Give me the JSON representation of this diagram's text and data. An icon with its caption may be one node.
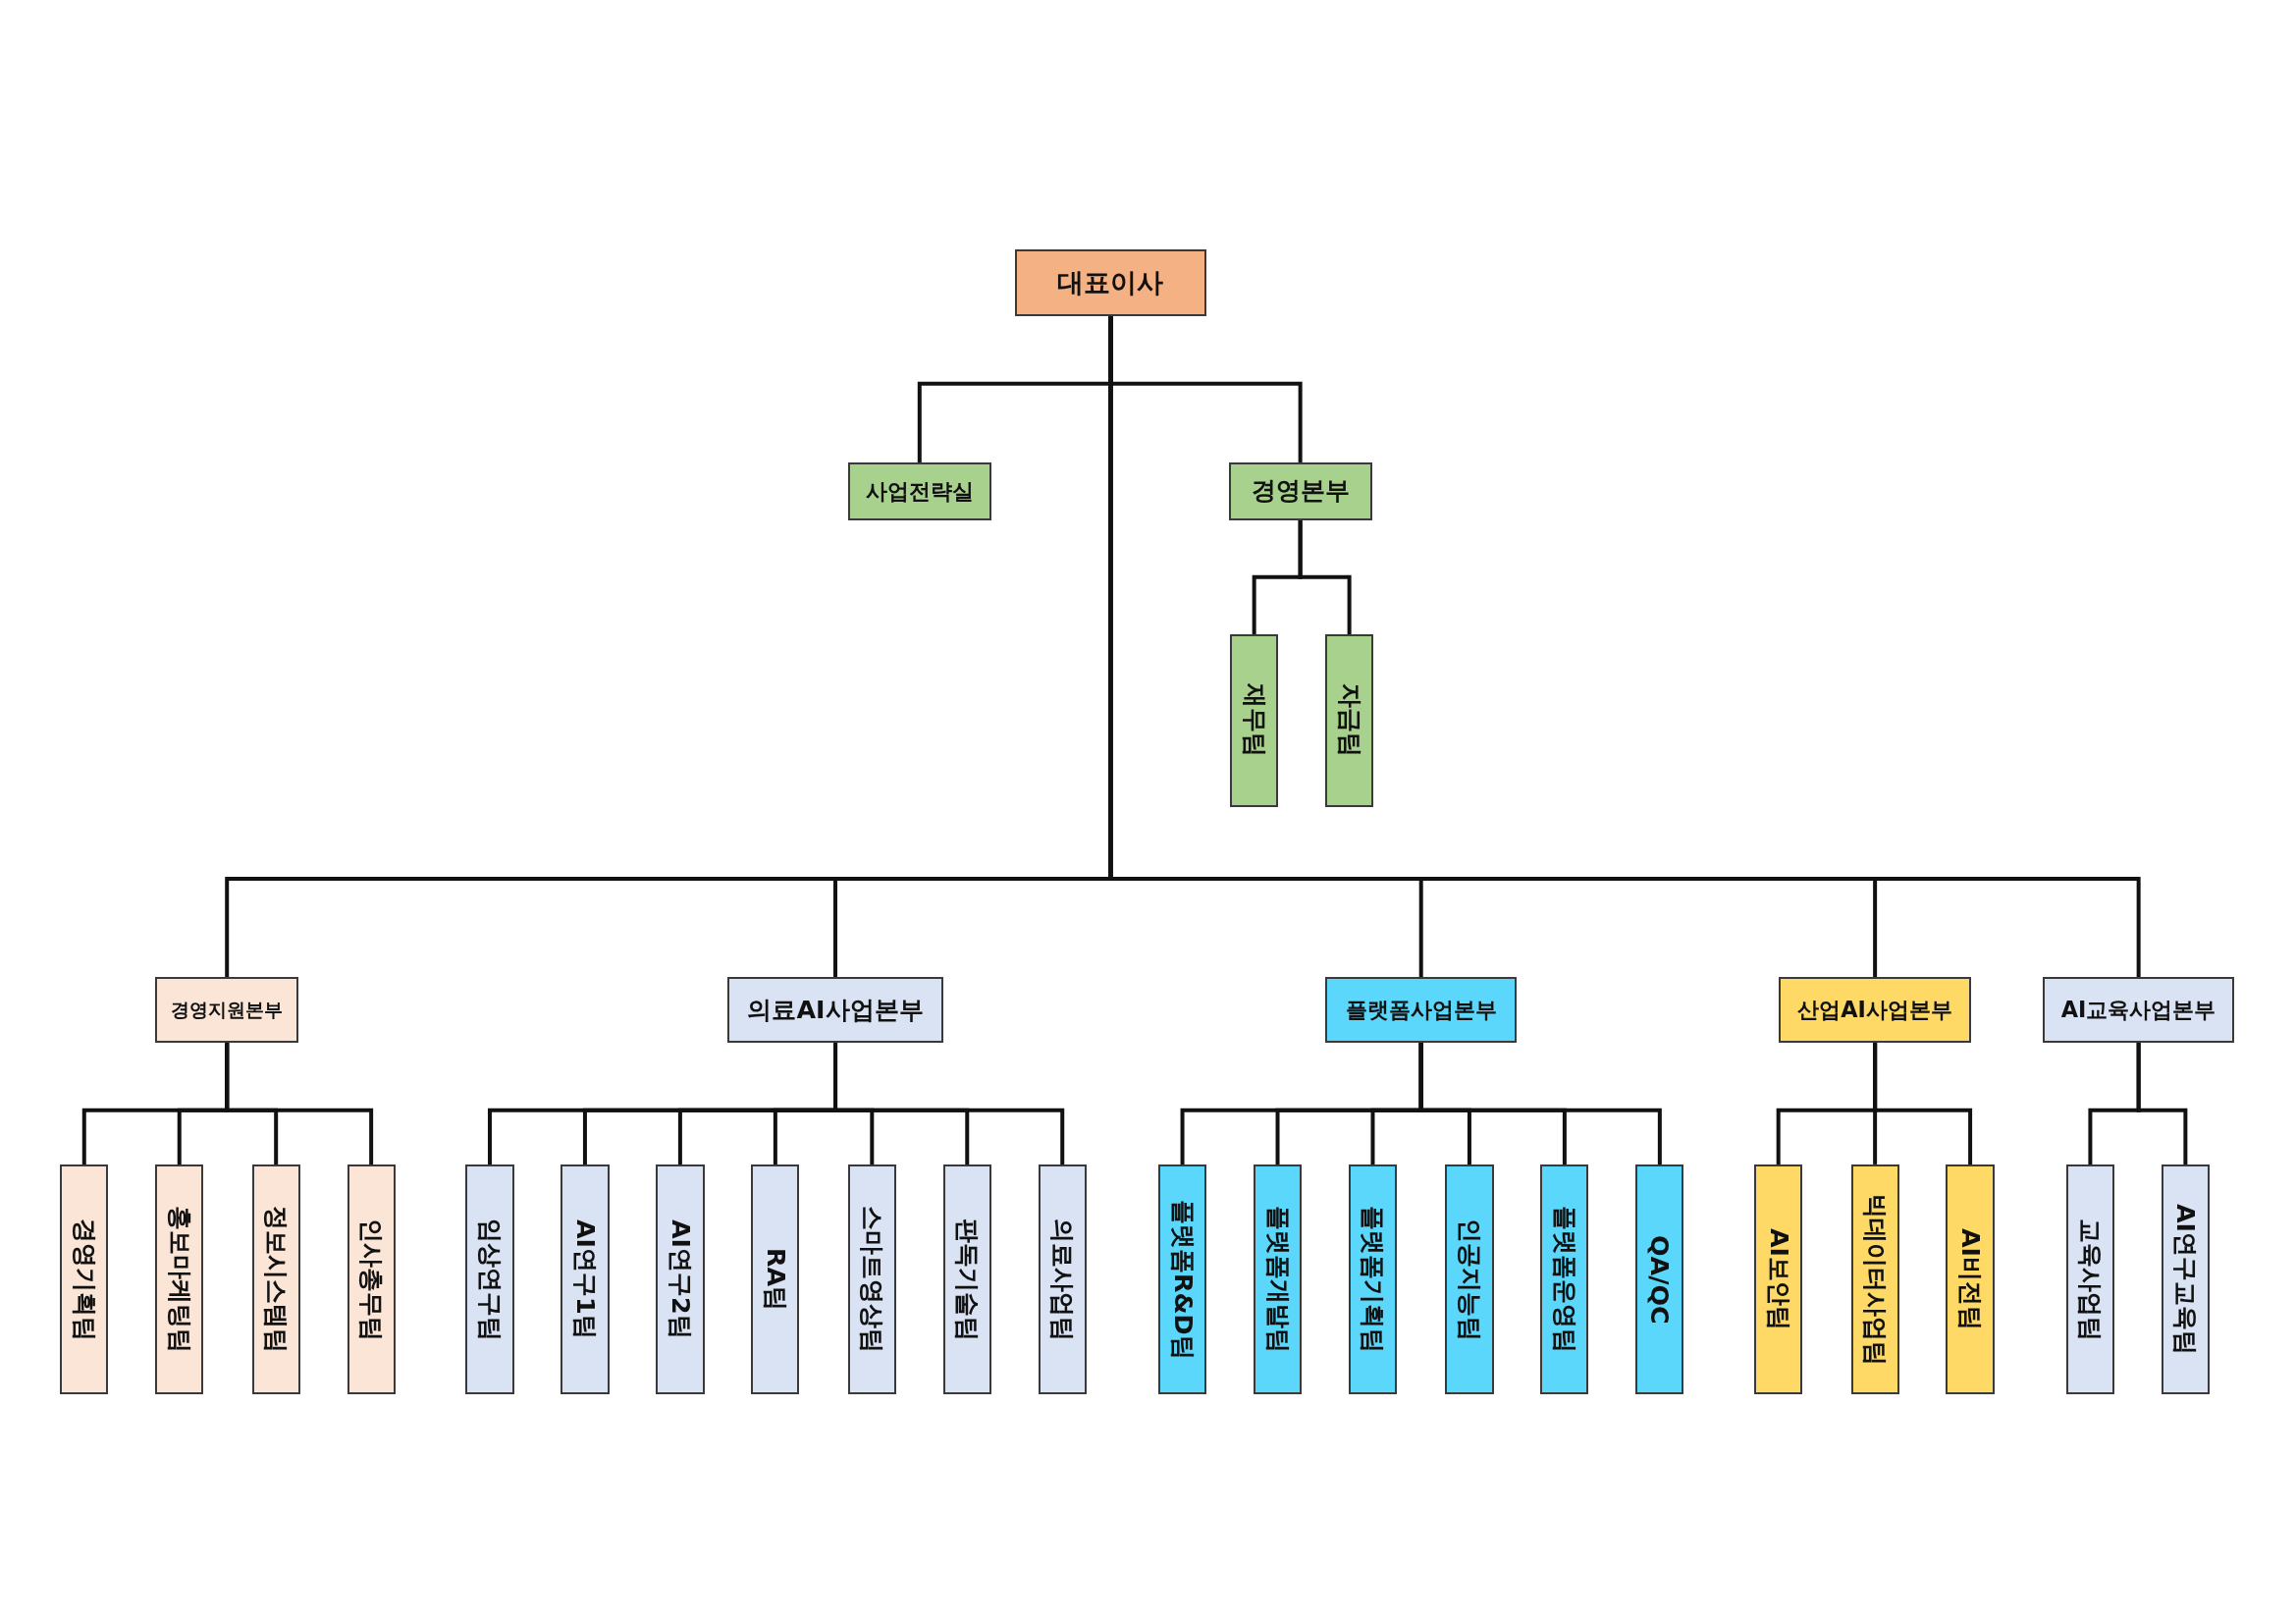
{
  "diagram": {
    "nodes": [
      {
        "text": [
          "대표이사"
        ]
      },
      {
        "text": [
          "사업전략실"
        ]
      },
      {
        "text": [
          "경영본부"
        ]
      },
      {
        "text": [
          "재무팀"
        ]
      },
      {
        "text": [
          "자금팀"
        ]
      },
      {
        "text": [
          "경영지원본부"
        ]
      },
      {
        "text": [
          "경영기획팀"
        ]
      },
      {
        "text": [
          "홍보마케팅팀"
        ]
      },
      {
        "text": [
          "정보시스템팀"
        ]
      },
      {
        "text": [
          "인사총무팀"
        ]
      },
      {
        "text": [
          "의료AI사업본부"
        ]
      },
      {
        "text": [
          "임상연구팀"
        ]
      },
      {
        "text": [
          "AI연구1팀"
        ]
      },
      {
        "text": [
          "AI연구2팀"
        ]
      },
      {
        "text": [
          "RA팀"
        ]
      },
      {
        "text": [
          "스마트영상팀"
        ]
      },
      {
        "text": [
          "판독기술팀"
        ]
      },
      {
        "text": [
          "의료사업팀"
        ]
      },
      {
        "text": [
          "플랫폼사업본부"
        ]
      },
      {
        "text": [
          "플랫폼R&D팀"
        ]
      },
      {
        "text": [
          "플랫폼개발팀"
        ]
      },
      {
        "text": [
          "플랫폼기획팀"
        ]
      },
      {
        "text": [
          "인공지능팀"
        ]
      },
      {
        "text": [
          "플랫폼운영팀"
        ]
      },
      {
        "text": [
          "QA/QC"
        ]
      },
      {
        "text": [
          "산업AI사업본부"
        ]
      },
      {
        "text": [
          "AI보안팀"
        ]
      },
      {
        "text": [
          "빅데이터사업팀"
        ]
      },
      {
        "text": [
          "AI비전팀"
        ]
      },
      {
        "text": [
          "AI교육사업본부"
        ]
      },
      {
        "text": [
          "교육사업팀"
        ]
      },
      {
        "text": [
          "AI연구교육팀"
        ]
      }
    ],
    "edges": [
      {
        "from": 0,
        "to": 1,
        "arrow": "none"
      },
      {
        "from": 0,
        "to": 2,
        "arrow": "none"
      },
      {
        "from": 2,
        "to": 3,
        "arrow": "none"
      },
      {
        "from": 2,
        "to": 4,
        "arrow": "none"
      },
      {
        "from": 0,
        "to": 5,
        "arrow": "none"
      },
      {
        "from": 0,
        "to": 10,
        "arrow": "none"
      },
      {
        "from": 0,
        "to": 18,
        "arrow": "none"
      },
      {
        "from": 0,
        "to": 25,
        "arrow": "none"
      },
      {
        "from": 0,
        "to": 29,
        "arrow": "none"
      },
      {
        "from": 5,
        "to": 6,
        "arrow": "none"
      },
      {
        "from": 5,
        "to": 7,
        "arrow": "none"
      },
      {
        "from": 5,
        "to": 8,
        "arrow": "none"
      },
      {
        "from": 5,
        "to": 9,
        "arrow": "none"
      },
      {
        "from": 10,
        "to": 11,
        "arrow": "none"
      },
      {
        "from": 10,
        "to": 12,
        "arrow": "none"
      },
      {
        "from": 10,
        "to": 13,
        "arrow": "none"
      },
      {
        "from": 10,
        "to": 14,
        "arrow": "none"
      },
      {
        "from": 10,
        "to": 15,
        "arrow": "none"
      },
      {
        "from": 10,
        "to": 16,
        "arrow": "none"
      },
      {
        "from": 10,
        "to": 17,
        "arrow": "none"
      },
      {
        "from": 18,
        "to": 19,
        "arrow": "none"
      },
      {
        "from": 18,
        "to": 20,
        "arrow": "none"
      },
      {
        "from": 18,
        "to": 21,
        "arrow": "none"
      },
      {
        "from": 18,
        "to": 22,
        "arrow": "none"
      },
      {
        "from": 18,
        "to": 23,
        "arrow": "none"
      },
      {
        "from": 18,
        "to": 24,
        "arrow": "none"
      },
      {
        "from": 25,
        "to": 26,
        "arrow": "none"
      },
      {
        "from": 25,
        "to": 27,
        "arrow": "none"
      },
      {
        "from": 25,
        "to": 28,
        "arrow": "none"
      },
      {
        "from": 29,
        "to": 30,
        "arrow": "none"
      },
      {
        "from": 29,
        "to": 31,
        "arrow": "none"
      }
    ]
  }
}
